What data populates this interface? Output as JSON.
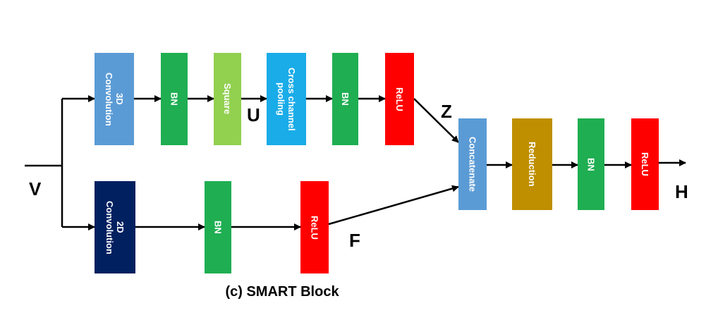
{
  "blocks": {
    "conv3d": {
      "label": "3D\nConvolution",
      "color": "#5B9BD5"
    },
    "bn1": {
      "label": "BN",
      "color": "#1FAE52"
    },
    "square": {
      "label": "Square",
      "color": "#92D050"
    },
    "cross_pool": {
      "label": "Cross channel\npooling",
      "color": "#1AACE8"
    },
    "bn2": {
      "label": "BN",
      "color": "#1FAE52"
    },
    "relu1": {
      "label": "ReLU",
      "color": "#FF0000"
    },
    "conv2d": {
      "label": "2D\nConvolution",
      "color": "#002060"
    },
    "bn3": {
      "label": "BN",
      "color": "#1FAE52"
    },
    "relu2": {
      "label": "ReLU",
      "color": "#FF0000"
    },
    "concat": {
      "label": "Concatenate",
      "color": "#5B9BD5"
    },
    "reduction": {
      "label": "Reduction",
      "color": "#BF8F00"
    },
    "bn4": {
      "label": "BN",
      "color": "#1FAE52"
    },
    "relu3": {
      "label": "ReLU",
      "color": "#FF0000"
    }
  },
  "variables": {
    "V": "V",
    "U": "U",
    "Z": "Z",
    "F": "F",
    "H": "H"
  },
  "caption": "(c) SMART Block"
}
